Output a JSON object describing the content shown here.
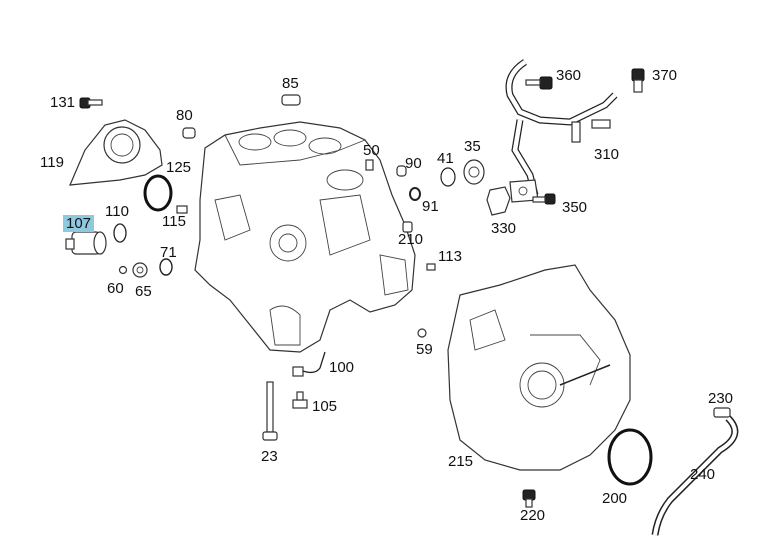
{
  "labels": {
    "p131": "131",
    "p85": "85",
    "p80": "80",
    "p119": "119",
    "p125": "125",
    "p107": "107",
    "p110": "110",
    "p115": "115",
    "p71": "71",
    "p60": "60",
    "p65": "65",
    "p50": "50",
    "p90": "90",
    "p41": "41",
    "p35": "35",
    "p91": "91",
    "p210": "210",
    "p113": "113",
    "p59": "59",
    "p100": "100",
    "p105": "105",
    "p23": "23",
    "p360": "360",
    "p370": "370",
    "p310": "310",
    "p330": "330",
    "p350": "350",
    "p230": "230",
    "p240": "240",
    "p215": "215",
    "p200": "200",
    "p220": "220"
  },
  "highlight_color": "#8ec9e0"
}
